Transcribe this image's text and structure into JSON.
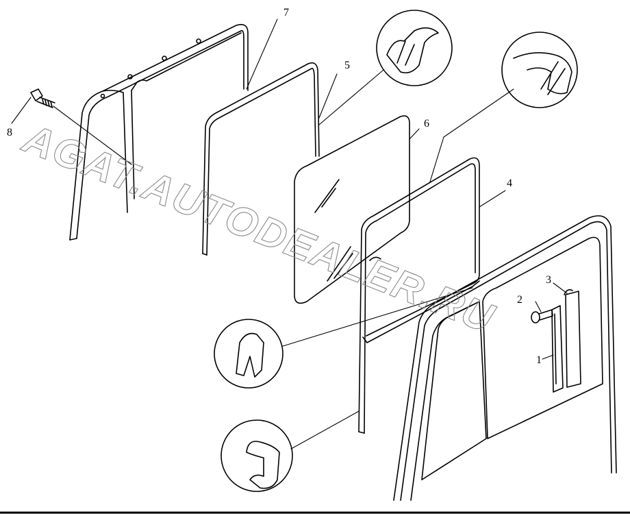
{
  "diagram": {
    "callouts": [
      {
        "id": "1",
        "label": "1"
      },
      {
        "id": "2",
        "label": "2"
      },
      {
        "id": "3",
        "label": "3"
      },
      {
        "id": "4",
        "label": "4"
      },
      {
        "id": "5",
        "label": "5"
      },
      {
        "id": "6",
        "label": "6"
      },
      {
        "id": "7",
        "label": "7"
      },
      {
        "id": "8",
        "label": "8"
      }
    ],
    "watermark": "AGAT.AUTODEALER.RU"
  }
}
